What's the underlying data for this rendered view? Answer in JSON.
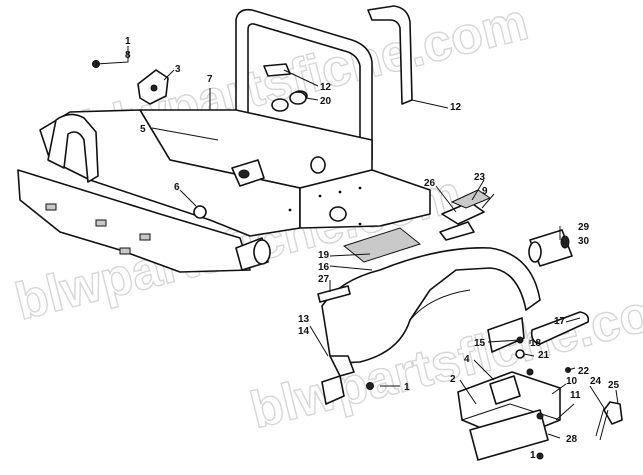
{
  "watermark": "blwpartsfiche.com",
  "callouts": [
    {
      "id": "c1a",
      "text": "1"
    },
    {
      "id": "c8",
      "text": "8"
    },
    {
      "id": "c3",
      "text": "3"
    },
    {
      "id": "c7",
      "text": "7"
    },
    {
      "id": "c12a",
      "text": "12"
    },
    {
      "id": "c20",
      "text": "20"
    },
    {
      "id": "c12b",
      "text": "12"
    },
    {
      "id": "c5",
      "text": "5"
    },
    {
      "id": "c6",
      "text": "6"
    },
    {
      "id": "c26",
      "text": "26"
    },
    {
      "id": "c23",
      "text": "23"
    },
    {
      "id": "c9",
      "text": "9"
    },
    {
      "id": "c29",
      "text": "29"
    },
    {
      "id": "c30",
      "text": "30"
    },
    {
      "id": "c19",
      "text": "19"
    },
    {
      "id": "c16",
      "text": "16"
    },
    {
      "id": "c27",
      "text": "27"
    },
    {
      "id": "c13",
      "text": "13"
    },
    {
      "id": "c14",
      "text": "14"
    },
    {
      "id": "c17",
      "text": "17"
    },
    {
      "id": "c15",
      "text": "15"
    },
    {
      "id": "c18",
      "text": "18"
    },
    {
      "id": "c21",
      "text": "21"
    },
    {
      "id": "c22",
      "text": "22"
    },
    {
      "id": "c4",
      "text": "4"
    },
    {
      "id": "c2",
      "text": "2"
    },
    {
      "id": "c1b",
      "text": "1"
    },
    {
      "id": "c10",
      "text": "10"
    },
    {
      "id": "c24",
      "text": "24"
    },
    {
      "id": "c11",
      "text": "11"
    },
    {
      "id": "c25",
      "text": "25"
    },
    {
      "id": "c28",
      "text": "28"
    },
    {
      "id": "c1c",
      "text": "1"
    }
  ]
}
